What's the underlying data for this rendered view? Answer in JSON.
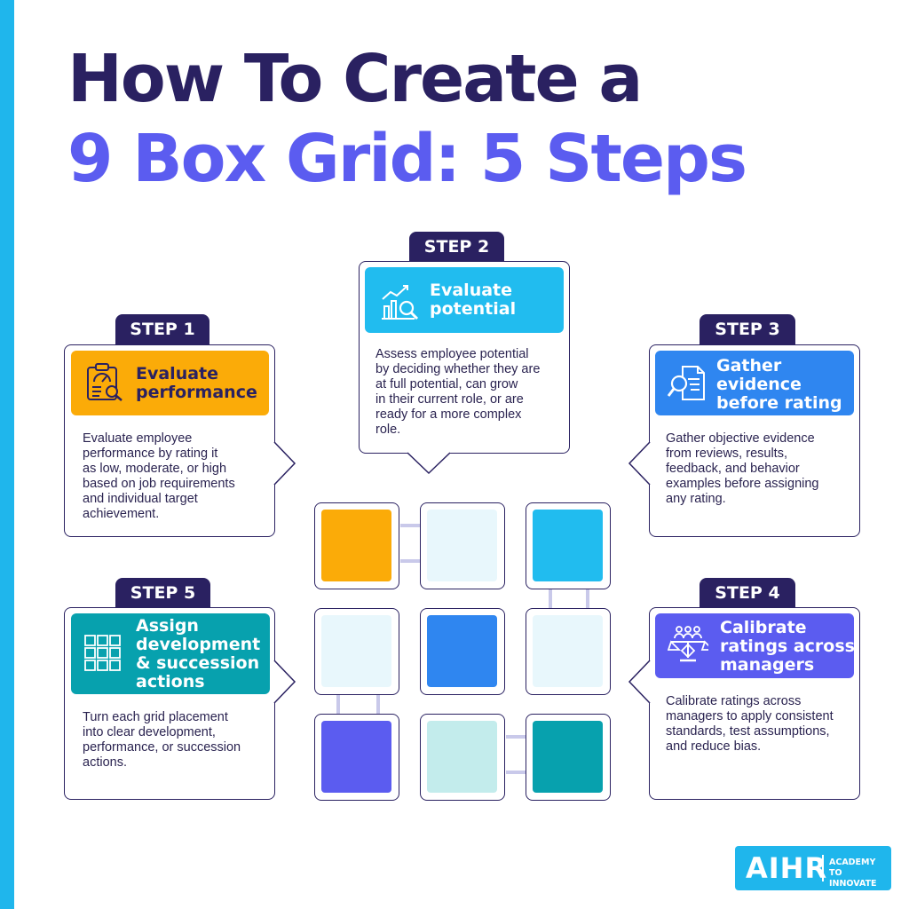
{
  "title": {
    "line1": "How To Create a",
    "line2": "9 Box Grid: 5 Steps"
  },
  "steps": {
    "s1": {
      "tab": "STEP 1",
      "title": "Evaluate\nperformance",
      "icon": "clipboard-gauge-icon",
      "color": "#fbab08",
      "body": "Evaluate employee\nperformance by rating it\nas low, moderate, or high\nbased on job requirements\nand individual target\nachievement."
    },
    "s2": {
      "tab": "STEP 2",
      "title": "Evaluate\npotential",
      "icon": "chart-magnifier-icon",
      "color": "#21bcef",
      "body": "Assess employee potential\nby deciding whether they are\nat full potential, can grow\nin their current role, or are\nready for a more complex\nrole."
    },
    "s3": {
      "tab": "STEP 3",
      "title": "Gather\nevidence\nbefore rating",
      "icon": "document-search-icon",
      "color": "#2f86f0",
      "body": "Gather objective evidence\nfrom reviews, results,\nfeedback, and behavior\nexamples before assigning\nany rating."
    },
    "s4": {
      "tab": "STEP 4",
      "title": "Calibrate\nratings across\nmanagers",
      "icon": "people-scale-icon",
      "color": "#5b5cf0",
      "body": "Calibrate ratings across\nmanagers to apply consistent\nstandards, test assumptions,\nand reduce bias."
    },
    "s5": {
      "tab": "STEP 5",
      "title": "Assign\ndevelopment\n& succession\nactions",
      "icon": "grid-icon",
      "color": "#07a1ae",
      "body": "Turn each grid placement\ninto clear development,\nperformance, or succession\nactions."
    }
  },
  "grid": {
    "colors": [
      "#fbab08",
      "#e8f7fc",
      "#21bcef",
      "#e8f7fc",
      "#2f86f0",
      "#e8f7fc",
      "#5b5cf0",
      "#c3ecec",
      "#07a1ae"
    ]
  },
  "logo": {
    "mark": "AIHR",
    "tagline": "ACADEMY TO\nINNOVATE HR"
  }
}
